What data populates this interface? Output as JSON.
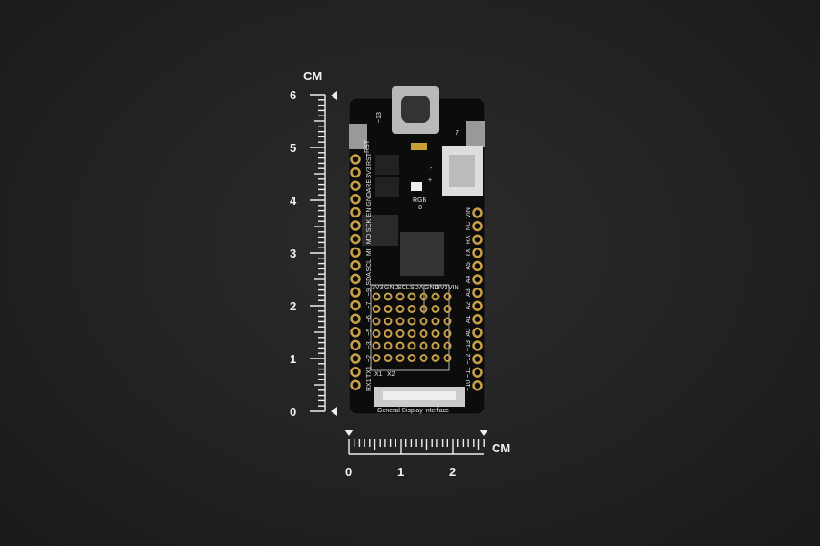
{
  "ruler_vertical": {
    "unit": "CM",
    "labels": [
      "0",
      "1",
      "2",
      "3",
      "4",
      "5",
      "6"
    ]
  },
  "ruler_horizontal": {
    "unit": "CM",
    "labels": [
      "0",
      "1",
      "2"
    ]
  },
  "board": {
    "left_pins": [
      "RST",
      "3V3",
      "ARE",
      "GND",
      "EN",
      "SCK",
      "MO",
      "MI",
      "SCL",
      "SDA",
      "~9",
      "~7",
      "~6",
      "~5",
      "~3",
      "~2",
      "TX1",
      "RX1"
    ],
    "right_pins": [
      "VIN",
      "NC",
      "RX",
      "TX",
      "A5",
      "A4",
      "A3",
      "A2",
      "A1",
      "A0",
      "~13",
      "~12",
      "~11",
      "~10"
    ],
    "header_labels_a": [
      "3V3",
      "GND",
      "SCL",
      "SDA"
    ],
    "header_labels_b": [
      "GND",
      "3V3",
      "VIN"
    ],
    "rgb_label": "RGB",
    "rgb_pin": "~8",
    "rst_label": "RST",
    "led13_label": "~13",
    "button7_label": "7",
    "x1_label": "X1",
    "x2_label": "X2",
    "display_label": "General Display Interface",
    "plus": "+",
    "minus": "-"
  }
}
